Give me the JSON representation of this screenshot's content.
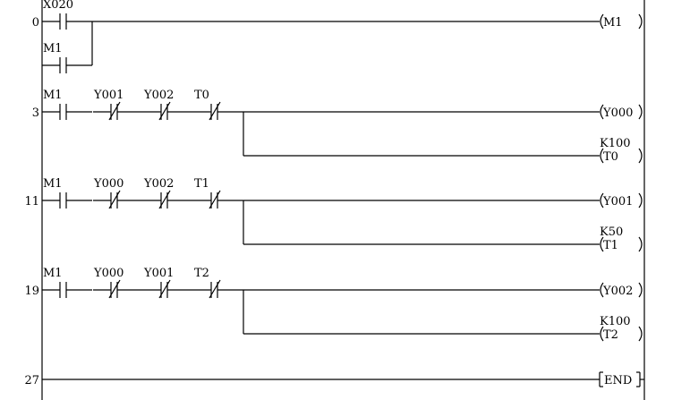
{
  "rungs": [
    {
      "step": "0",
      "contacts": [
        {
          "type": "NO",
          "label": "X020"
        }
      ],
      "parallel_contact": {
        "type": "NO",
        "label": "M1"
      },
      "coils": [
        {
          "kind": "coil",
          "label": "M1"
        }
      ]
    },
    {
      "step": "3",
      "contacts": [
        {
          "type": "NO",
          "label": "M1"
        },
        {
          "type": "NC",
          "label": "Y001"
        },
        {
          "type": "NC",
          "label": "Y002"
        },
        {
          "type": "NC",
          "label": "T0"
        }
      ],
      "coils": [
        {
          "kind": "coil",
          "label": "Y000"
        },
        {
          "kind": "coil",
          "label": "T0",
          "setting": "K100"
        }
      ]
    },
    {
      "step": "11",
      "contacts": [
        {
          "type": "NO",
          "label": "M1"
        },
        {
          "type": "NC",
          "label": "Y000"
        },
        {
          "type": "NC",
          "label": "Y002"
        },
        {
          "type": "NC",
          "label": "T1"
        }
      ],
      "coils": [
        {
          "kind": "coil",
          "label": "Y001"
        },
        {
          "kind": "coil",
          "label": "T1",
          "setting": "K50"
        }
      ]
    },
    {
      "step": "19",
      "contacts": [
        {
          "type": "NO",
          "label": "M1"
        },
        {
          "type": "NC",
          "label": "Y000"
        },
        {
          "type": "NC",
          "label": "Y001"
        },
        {
          "type": "NC",
          "label": "T2"
        }
      ],
      "coils": [
        {
          "kind": "coil",
          "label": "Y002"
        },
        {
          "kind": "coil",
          "label": "T2",
          "setting": "K100"
        }
      ]
    },
    {
      "step": "27",
      "contacts": [],
      "coils": [
        {
          "kind": "instruction",
          "label": "END"
        }
      ]
    }
  ]
}
